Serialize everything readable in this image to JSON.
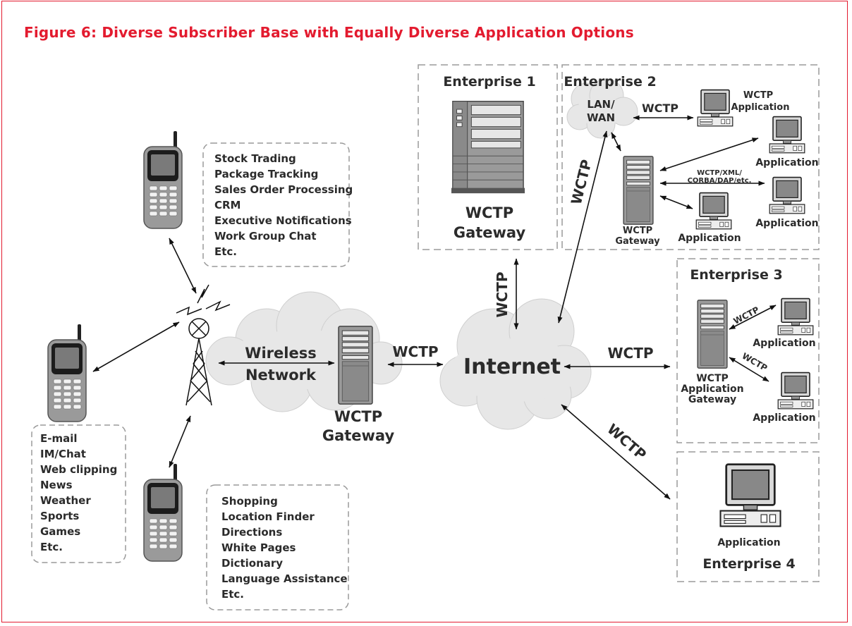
{
  "figure_title": "Figure 6: Diverse Subscriber Base with Equally Diverse Application Options",
  "colors": {
    "frame": "#e31b2f",
    "title": "#e31b2f",
    "text": "#2b2b2b",
    "device_fill": "#9a9a9a",
    "screen_fill": "#808080",
    "box_dash": "#9a9a9a"
  },
  "app_lists": {
    "top": [
      "Stock Trading",
      "Package Tracking",
      "Sales Order Processing",
      "CRM",
      "Executive Notifications",
      "Work Group Chat",
      "Etc."
    ],
    "left": [
      "E-mail",
      "IM/Chat",
      "Web clipping",
      "News",
      "Weather",
      "Sports",
      "Games",
      "Etc."
    ],
    "bottom": [
      "Shopping",
      "Location Finder",
      "Directions",
      "White Pages",
      "Dictionary",
      "Language Assistance",
      "Etc."
    ]
  },
  "wireless_network": [
    "Wireless",
    "Network"
  ],
  "main_gateway": [
    "WCTP",
    "Gateway"
  ],
  "internet": "Internet",
  "link_labels": {
    "gateway_internet": "WCTP",
    "internet_ent1": "WCTP",
    "internet_ent2": "WCTP",
    "internet_ent3": "WCTP",
    "internet_ent4": "WCTP"
  },
  "enterprise1": {
    "title": "Enterprise 1",
    "gateway": [
      "WCTP",
      "Gateway"
    ]
  },
  "enterprise2": {
    "title": "Enterprise 2",
    "lan": [
      "LAN/",
      "WAN"
    ],
    "lan_link": "WCTP",
    "wctp_app": [
      "WCTP",
      "Application"
    ],
    "protocols": [
      "WCTP/XML/",
      "CORBA/DAP/etc."
    ],
    "gateway": [
      "WCTP",
      "Gateway"
    ],
    "app1": "Application",
    "app2": "Application",
    "app3": "Application"
  },
  "enterprise3": {
    "title": "Enterprise 3",
    "gateway": [
      "WCTP",
      "Application",
      "Gateway"
    ],
    "link1": "WCTP",
    "link2": "WCTP",
    "app1": "Application",
    "app2": "Application"
  },
  "enterprise4": {
    "title": "Enterprise 4",
    "app": "Application"
  },
  "icons": [
    "mobile-phone-icon",
    "cell-tower-icon",
    "cloud-icon",
    "server-icon",
    "computer-icon"
  ]
}
